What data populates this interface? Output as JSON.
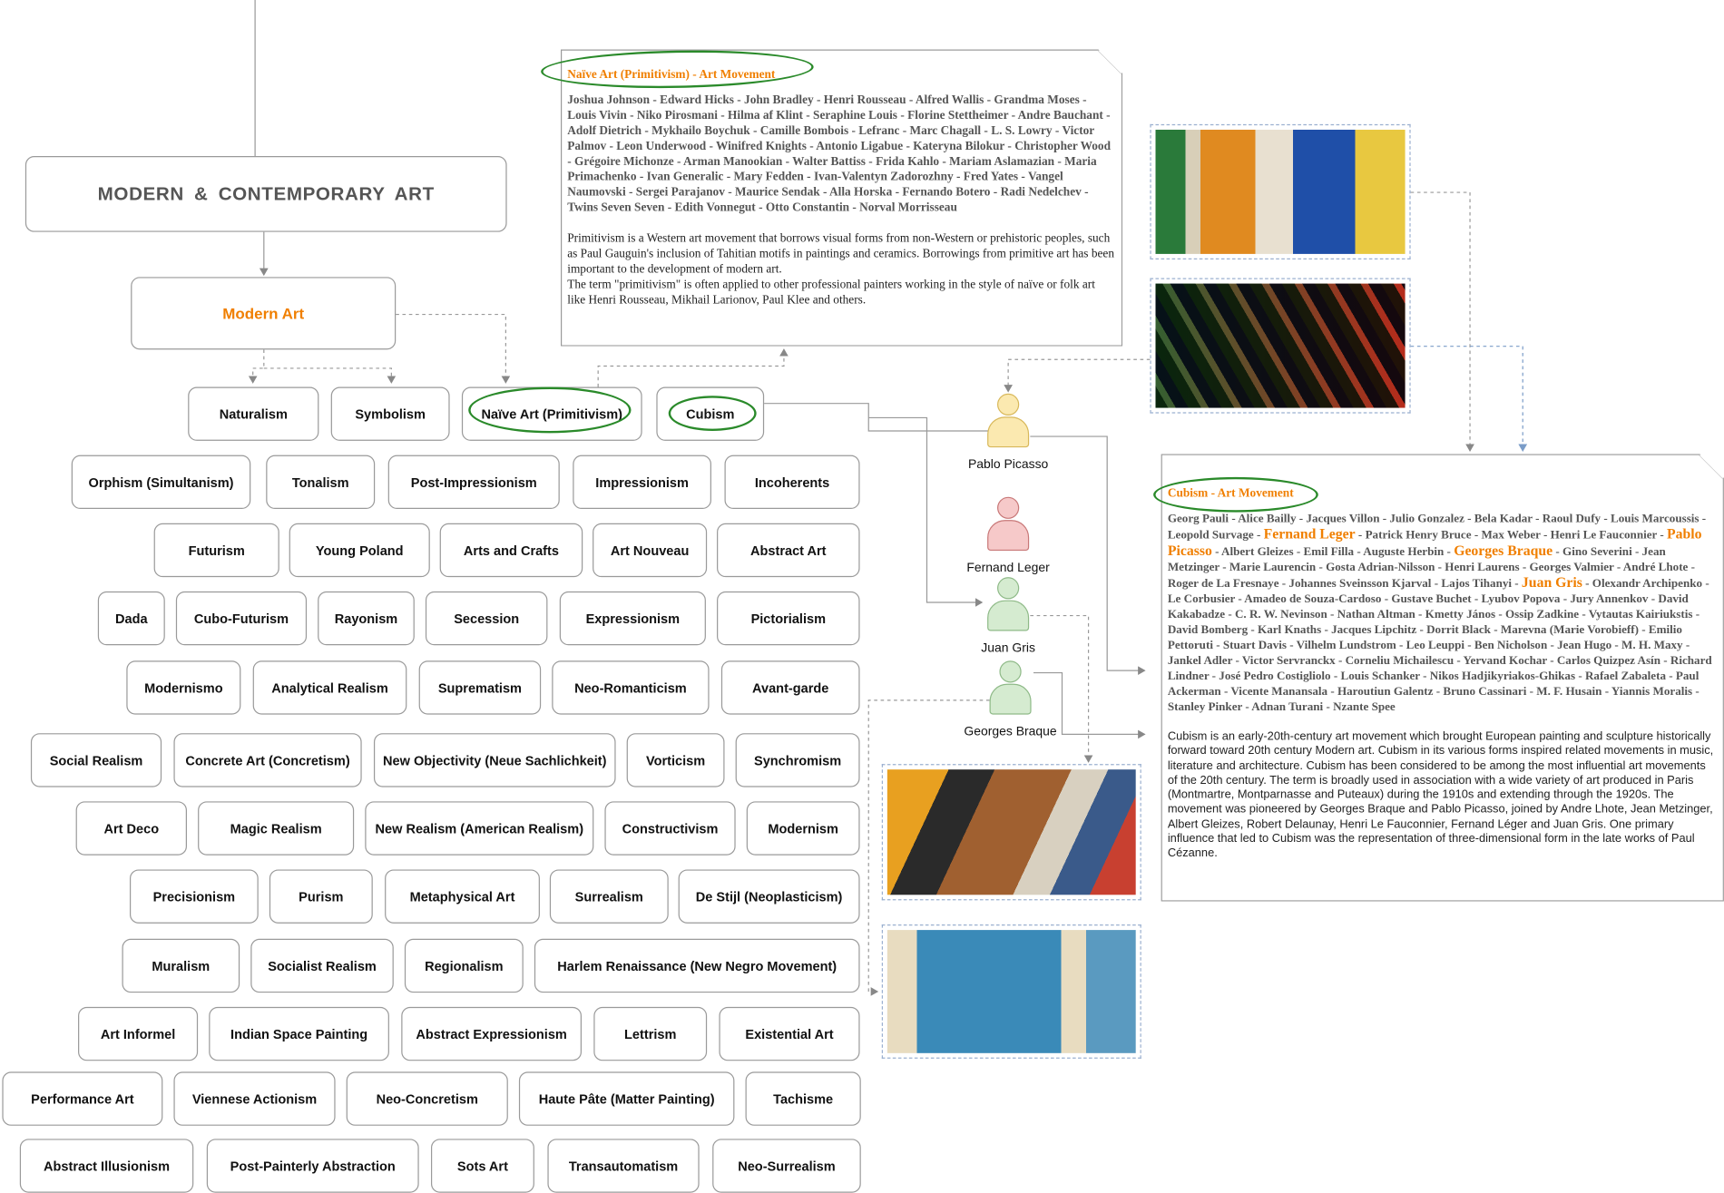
{
  "title": "MODERN & CONTEMPORARY ART",
  "modern_art": "Modern Art",
  "movements": [
    [
      "Naturalism",
      "Symbolism",
      "Naïve Art (Primitivism)",
      "Cubism"
    ],
    [
      "Orphism (Simultanism)",
      "Tonalism",
      "Post-Impressionism",
      "Impressionism",
      "Incoherents"
    ],
    [
      "Futurism",
      "Young Poland",
      "Arts and Crafts",
      "Art Nouveau",
      "Abstract Art"
    ],
    [
      "Dada",
      "Cubo-Futurism",
      "Rayonism",
      "Secession",
      "Expressionism",
      "Pictorialism"
    ],
    [
      "Modernismo",
      "Analytical Realism",
      "Suprematism",
      "Neo-Romanticism",
      "Avant-garde"
    ],
    [
      "Social Realism",
      "Concrete Art (Concretism)",
      "New Objectivity (Neue Sachlichkeit)",
      "Vorticism",
      "Synchromism"
    ],
    [
      "Art Deco",
      "Magic Realism",
      "New Realism (American Realism)",
      "Constructivism",
      "Modernism"
    ],
    [
      "Precisionism",
      "Purism",
      "Metaphysical Art",
      "Surrealism",
      "De Stijl (Neoplasticism)"
    ],
    [
      "Muralism",
      "Socialist Realism",
      "Regionalism",
      "Harlem Renaissance (New Negro Movement)"
    ],
    [
      "Art Informel",
      "Indian Space Painting",
      "Abstract Expressionism",
      "Lettrism",
      "Existential Art"
    ],
    [
      "Performance Art",
      "Viennese Actionism",
      "Neo-Concretism",
      "Haute Pâte (Matter Painting)",
      "Tachisme"
    ],
    [
      "Abstract Illusionism",
      "Post-Painterly Abstraction",
      "Sots Art",
      "Transautomatism",
      "Neo-Surrealism"
    ]
  ],
  "naive_doc": {
    "title": "Naïve Art (Primitivism) - Art Movement",
    "artists": "Joshua Johnson  - Edward Hicks -  John Bradley - Henri Rousseau - Alfred Wallis - Grandma Moses - Louis Vivin - Niko Pirosmani - Hilma af Klint - Seraphine Louis - Florine Stettheimer - Andre Bauchant - Adolf Dietrich - Mykhailo Boychuk - Camille Bombois - Lefranc - Marc Chagall - L. S. Lowry - Victor Palmov - Leon Underwood - Winifred Knights - Antonio Ligabue - Kateryna Bilokur - Christopher Wood - Grégoire Michonze - Arman Manookian - Walter Battiss - Frida Kahlo - Mariam Aslamazian - Maria Primachenko - Ivan Generalic - Mary Fedden - Ivan-Valentyn Zadorozhny - Fred Yates - Vangel Naumovski - Sergei Parajanov - Maurice Sendak - Alla Horska - Fernando Botero - Radi Nedelchev - Twins Seven Seven - Edith Vonnegut - Otto Constantin - Norval Morrisseau",
    "desc1": "Primitivism is a Western art movement that borrows visual forms from non-Western or prehistoric peoples, such as Paul Gauguin's inclusion of Tahitian motifs in paintings and ceramics. Borrowings from primitive art has been important to the development of modern art.",
    "desc2": "The term \"primitivism\" is often applied to other professional painters working in the style of naïve or folk art like Henri Rousseau, Mikhail Larionov, Paul Klee and others."
  },
  "cubism_doc": {
    "title": "Cubism - Art Movement",
    "artists_1": "Georg Pauli - Alice Bailly - Jacques Villon - Julio Gonzalez - Bela Kadar - Raoul Dufy - Louis Marcoussis - Leopold Survage - ",
    "hl_1": "Fernand Leger",
    "artists_2": " - Patrick Henry Bruce - Max Weber - Henri Le Fauconnier - ",
    "hl_2": "Pablo Picasso",
    "artists_3": " - Albert Gleizes - Emil Filla - Auguste Herbin - ",
    "hl_3": "Georges Braque",
    "artists_4": " - Gino Severini - Jean Metzinger - Marie Laurencin - Gosta Adrian-Nilsson - Henri Laurens - Georges Valmier - André Lhote - Roger de La Fresnaye - Johannes Sveinsson Kjarval - Lajos Tihanyi - ",
    "hl_4": "Juan Gris",
    "artists_5": " - Olexandr Archipenko - Le Corbusier - Amadeo de Souza-Cardoso - Gustave Buchet - Lyubov Popova - Jury Annenkov - David Kakabadze - C. R. W. Nevinson - Nathan Altman - Kmetty János - Ossip Zadkine - Vytautas Kairiukstis - David Bomberg - Karl Knaths - Jacques Lipchitz - Dorrit Black - Marevna (Marie Vorobieff) - Emilio Pettoruti - Stuart Davis - Vilhelm Lundstrom - Leo Leuppi - Ben Nicholson - Jean Hugo - M. H. Maxy - Jankel Adler - Victor Servranckx - Corneliu Michailescu - Yervand Kochar - Carlos Quizpez Asín - Richard Lindner - José Pedro Costigliolo - Louis Schanker - Nikos Hadjikyriakos-Ghikas - Rafael Zabaleta - Paul Ackerman - Vicente Manansala - Haroutiun Galentz - Bruno Cassinari - M. F. Husain - Yiannis Moralis - Stanley Pinker - Adnan Turani - Nzante Spee",
    "desc": "Cubism is an early-20th-century art movement which brought European painting and sculpture historically forward toward 20th century Modern art. Cubism in its various forms inspired related movements in music, literature and architecture. Cubism has been considered to be among the most influential art movements of the 20th century. The term is broadly used in association with a wide variety of art produced in Paris (Montmartre, Montparnasse and Puteaux) during the 1910s and extending through the 1920s. The movement was pioneered by Georges Braque and Pablo Picasso, joined by Andre Lhote, Jean Metzinger, Albert Gleizes, Robert Delaunay, Henri Le Fauconnier, Fernand Léger and Juan Gris. One primary influence that led to Cubism was the representation of three-dimensional form in the late works of Paul Cézanne."
  },
  "artists": [
    {
      "name": "Pablo Picasso",
      "color": "#fbe9b0",
      "stroke": "#d8b85a"
    },
    {
      "name": "Fernand Leger",
      "color": "#f6c9c9",
      "stroke": "#c87878"
    },
    {
      "name": "Juan Gris",
      "color": "#d5ebd0",
      "stroke": "#8fba88"
    },
    {
      "name": "Georges Braque",
      "color": "#d5ebd0",
      "stroke": "#8fba88"
    }
  ],
  "colors": {
    "accent": "#f07f00",
    "highlight_ring": "#2a8a2a"
  }
}
